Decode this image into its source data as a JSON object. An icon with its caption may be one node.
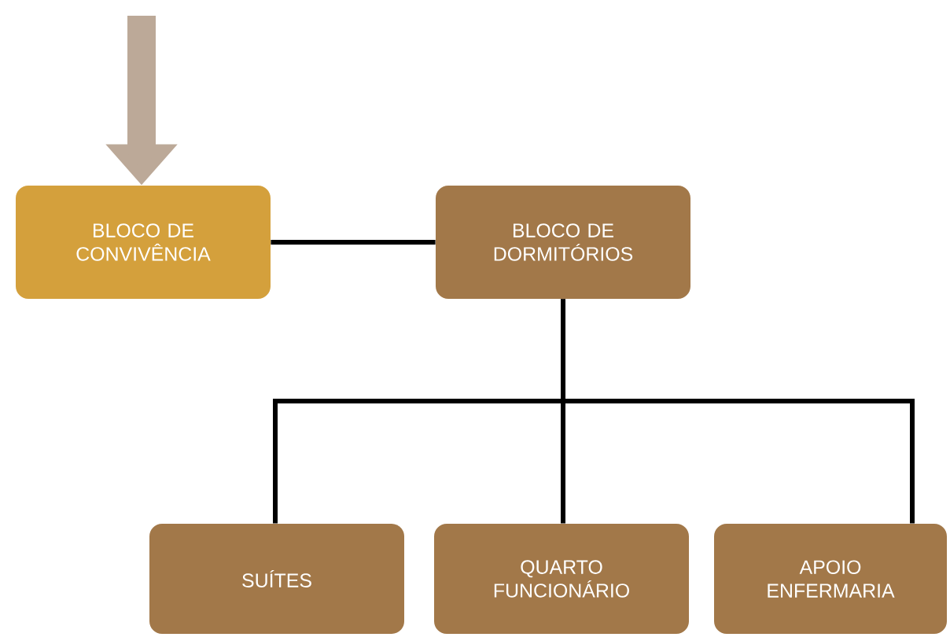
{
  "diagram": {
    "nodes": [
      {
        "text": [
          "BLOCO DE CONVIVÊNCIA"
        ]
      },
      {
        "text": [
          "BLOCO DE DORMITÓRIOS"
        ]
      },
      {
        "text": [
          "SUÍTES"
        ]
      },
      {
        "text": [
          "QUARTO FUNCIONÁRIO"
        ]
      },
      {
        "text": [
          "APOIO ENFERMARIA"
        ]
      }
    ],
    "edges": [
      {
        "from": null,
        "to": 0,
        "arrow": "to",
        "style": "thick",
        "color": "#bca998"
      },
      {
        "from": 0,
        "to": 1,
        "arrow": "none"
      },
      {
        "from": 1,
        "to": 2,
        "arrow": "none"
      },
      {
        "from": 1,
        "to": 3,
        "arrow": "none"
      },
      {
        "from": 1,
        "to": 4,
        "arrow": "none"
      }
    ]
  }
}
